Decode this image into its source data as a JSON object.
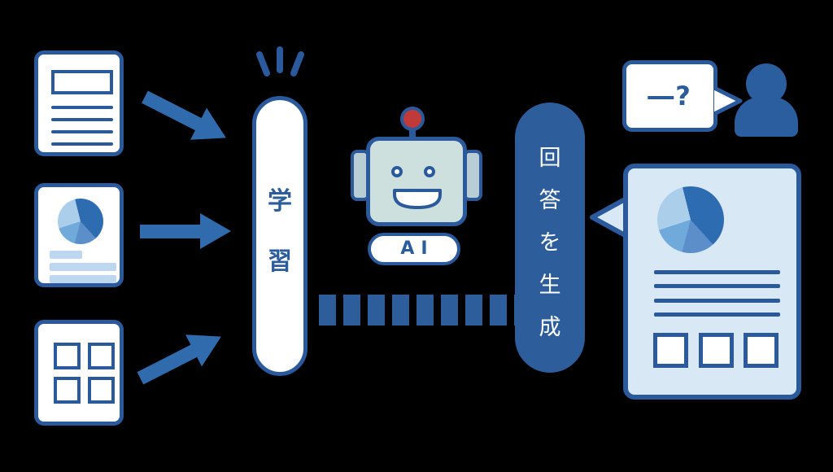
{
  "diagram_title": "AI learning and answer generation flow",
  "colors": {
    "background": "#000000",
    "outline": "#2a5a9c",
    "arrow": "#2f6bad",
    "pill_fill": "#2d5d9b",
    "pill_text": "#ffffff",
    "label_text": "#2b5c9c",
    "robot_head": "#cde0de",
    "robot_ear": "#b9ced4",
    "antenna_red": "#c13a3a",
    "doc_fill": "#d9e8f5",
    "bar_light": "#bcd7ef",
    "person": "#2b5e9e",
    "white": "#ffffff",
    "pie_1": "#2e6cb2",
    "pie_2": "#5c8fca",
    "pie_3": "#70aadb",
    "pie_4": "#abceeb"
  },
  "sources": {
    "items": [
      {
        "icon": "text-document-icon"
      },
      {
        "icon": "pie-chart-document-icon"
      },
      {
        "icon": "table-document-icon"
      }
    ]
  },
  "learn_pill": {
    "label": "学習",
    "chars": [
      "学",
      "習"
    ]
  },
  "robot": {
    "label": "AI"
  },
  "answer_pill": {
    "label": "回答を生成",
    "chars": [
      "回",
      "答",
      "を",
      "生",
      "成"
    ]
  },
  "question_bubble": {
    "text": "―?"
  },
  "icons": [
    "text-document-icon",
    "pie-chart-document-icon",
    "table-document-icon",
    "arrow-right-icon",
    "sparkle-icon",
    "robot-icon",
    "antenna-icon",
    "speech-bubble-icon",
    "person-icon",
    "answer-document-icon"
  ]
}
